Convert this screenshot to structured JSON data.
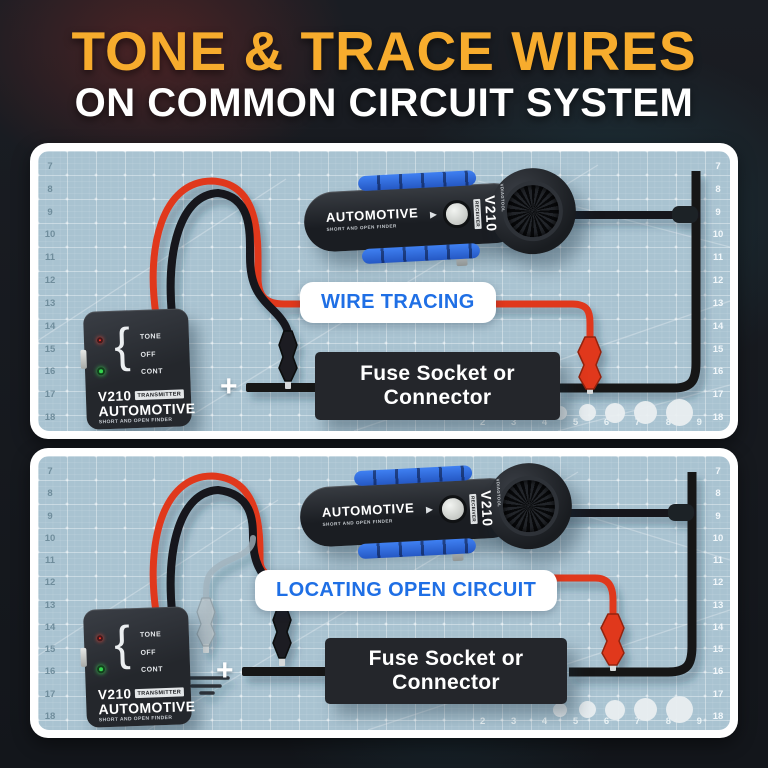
{
  "header": {
    "title": "TONE & TRACE WIRES",
    "subtitle": "ON COMMON CIRCUIT SYSTEM"
  },
  "devices": {
    "receiver": {
      "brand": "AUTOMOTIVE",
      "brand_sub": "SHORT AND OPEN FINDER",
      "arrow": "▶",
      "model": "V210",
      "model_tag": "RECEIVER",
      "logo": "VDIAGTOOL"
    },
    "transmitter": {
      "brace": "{",
      "modes": [
        "TONE",
        "OFF",
        "CONT"
      ],
      "model": "V210",
      "model_tag": "TRANSMITTER",
      "brand": "AUTOMOTIVE",
      "brand_sub": "SHORT AND OPEN FINDER"
    }
  },
  "panels": [
    {
      "caption": "WIRE TRACING",
      "fuse_line1": "Fuse Socket or",
      "fuse_line2": "Connector",
      "plus": "+"
    },
    {
      "caption": "LOCATING OPEN CIRCUIT",
      "fuse_line1": "Fuse Socket or",
      "fuse_line2": "Connector",
      "plus": "+"
    }
  ],
  "mat": {
    "ruler_side": [
      "7",
      "8",
      "9",
      "10",
      "11",
      "12",
      "13",
      "14",
      "15",
      "16",
      "17",
      "18"
    ],
    "ruler_bottom": [
      "2",
      "3",
      "4",
      "5",
      "6",
      "7",
      "8",
      "9"
    ]
  },
  "colors": {
    "accent_yellow": "#F7AC2D",
    "caption_blue": "#1F6FE5",
    "grip_blue": "#2F6FE3",
    "wire_red": "#E0391B",
    "wire_black": "#17191D",
    "mat_blue": "#A9C3D1"
  }
}
